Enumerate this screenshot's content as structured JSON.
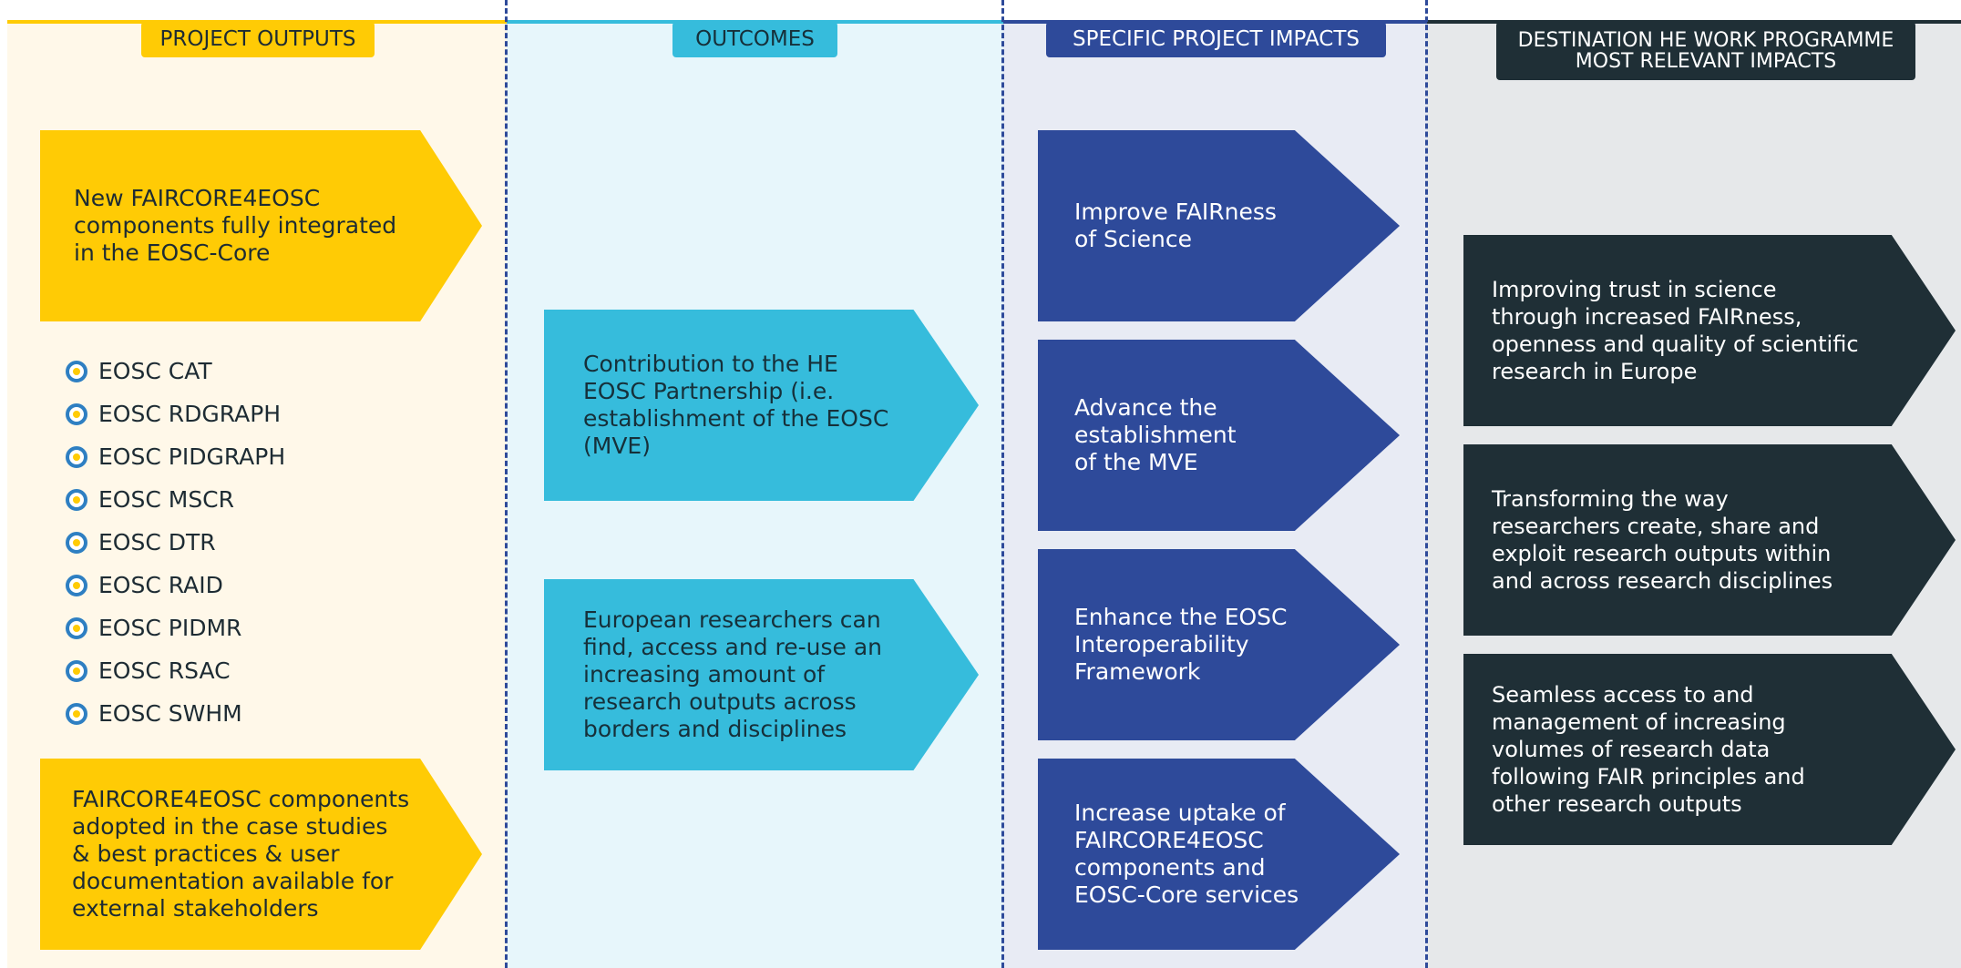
{
  "colors": {
    "outputs_bg": "#fff8e9",
    "outcomes_bg": "#e7f6fb",
    "impacts_bg": "#e8ebf4",
    "destination_bg": "#e6e8ea",
    "yellow": "#ffcb05",
    "cyan": "#36bcdc",
    "navy": "#2e4a9a",
    "dark": "#1f2f36"
  },
  "columns": {
    "outputs": {
      "header": "PROJECT OUTPUTS",
      "arrows": [
        "New FAIRCORE4EOSC\ncomponents fully integrated\nin the EOSC-Core",
        "FAIRCORE4EOSC components\nadopted in the case studies\n& best practices & user\ndocumentation available for\nexternal stakeholders"
      ],
      "components": [
        "EOSC CAT",
        "EOSC RDGRAPH",
        "EOSC PIDGRAPH",
        "EOSC MSCR",
        "EOSC DTR",
        "EOSC RAID",
        "EOSC PIDMR",
        "EOSC RSAC",
        "EOSC SWHM"
      ],
      "component_icon": "eosc-ring-icon"
    },
    "outcomes": {
      "header": "OUTCOMES",
      "arrows": [
        "Contribution to the HE\nEOSC Partnership (i.e.\nestablishment of the EOSC\n(MVE)",
        "European researchers can\nfind, access and re-use an\nincreasing amount of\nresearch outputs across\nborders and disciplines"
      ]
    },
    "impacts": {
      "header": "SPECIFIC PROJECT IMPACTS",
      "arrows": [
        "Improve FAIRness\nof Science",
        "Advance the\nestablishment\nof the MVE",
        "Enhance the EOSC\nInteroperability\nFramework",
        "Increase uptake of\nFAIRCORE4EOSC\ncomponents and\nEOSC-Core services"
      ]
    },
    "destination": {
      "header": "DESTINATION HE WORK PROGRAMME\nMOST RELEVANT IMPACTS",
      "arrows": [
        "Improving trust in science\nthrough increased FAIRness,\nopenness and quality of scientific\nresearch in Europe",
        "Transforming the way\nresearchers create, share and\nexploit research outputs within\nand across research disciplines",
        "Seamless access to and\nmanagement of increasing\nvolumes of research data\nfollowing FAIR principles and\nother research outputs"
      ]
    }
  }
}
